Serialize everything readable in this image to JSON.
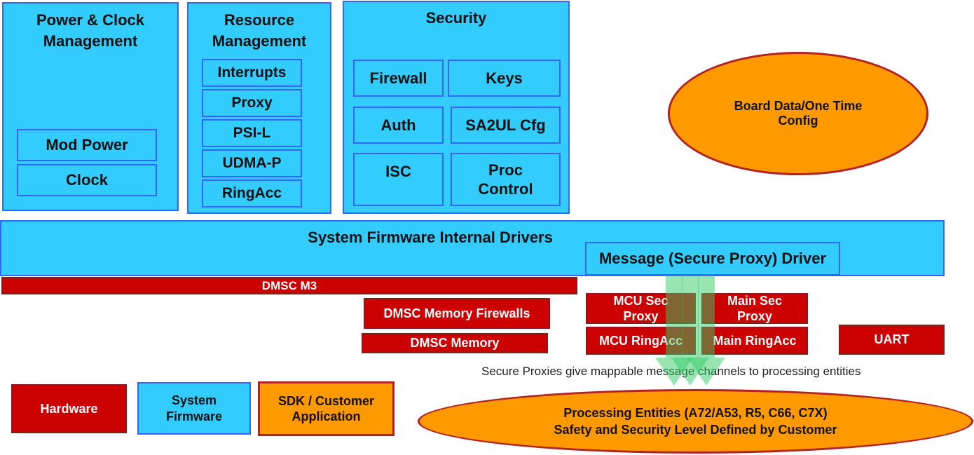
{
  "power_clock": {
    "title": "Power & Clock\nManagement",
    "mod_power": "Mod Power",
    "clock": "Clock"
  },
  "resource_mgmt": {
    "title": "Resource\nManagement",
    "items": [
      "Interrupts",
      "Proxy",
      "PSI-L",
      "UDMA-P",
      "RingAcc"
    ]
  },
  "security": {
    "title": "Security",
    "firewall": "Firewall",
    "keys": "Keys",
    "auth": "Auth",
    "sa2ul": "SA2UL Cfg",
    "isc": "ISC",
    "proc_control": "Proc\nControl"
  },
  "board_data": "Board Data/One Time\nConfig",
  "internal_drivers": "System Firmware Internal Drivers",
  "message_driver": "Message (Secure Proxy) Driver",
  "hardware_blocks": {
    "dmsc_m3": "DMSC M3",
    "dmsc_memory_firewalls": "DMSC Memory Firewalls",
    "dmsc_memory": "DMSC Memory",
    "mcu_sec_proxy": "MCU Sec\nProxy",
    "main_sec_proxy": "Main Sec\nProxy",
    "mcu_ringacc": "MCU RingAcc",
    "main_ringacc": "Main RingAcc",
    "uart": "UART"
  },
  "caption": "Secure Proxies give mappable message channels to processing entities",
  "legend": {
    "hardware": "Hardware",
    "system_firmware": "System\nFirmware",
    "sdk": "SDK / Customer\nApplication"
  },
  "processing_entities": "Processing Entities (A72/A53, R5, C66, C7X)\nSafety and Security Level Defined by Customer",
  "colors": {
    "firmware_fill": "#33ccff",
    "firmware_border": "#3366ff",
    "hardware_fill": "#cc0000",
    "application_fill": "#ff9900",
    "application_border": "#b22222",
    "arrow_fill": "#33cc66"
  }
}
